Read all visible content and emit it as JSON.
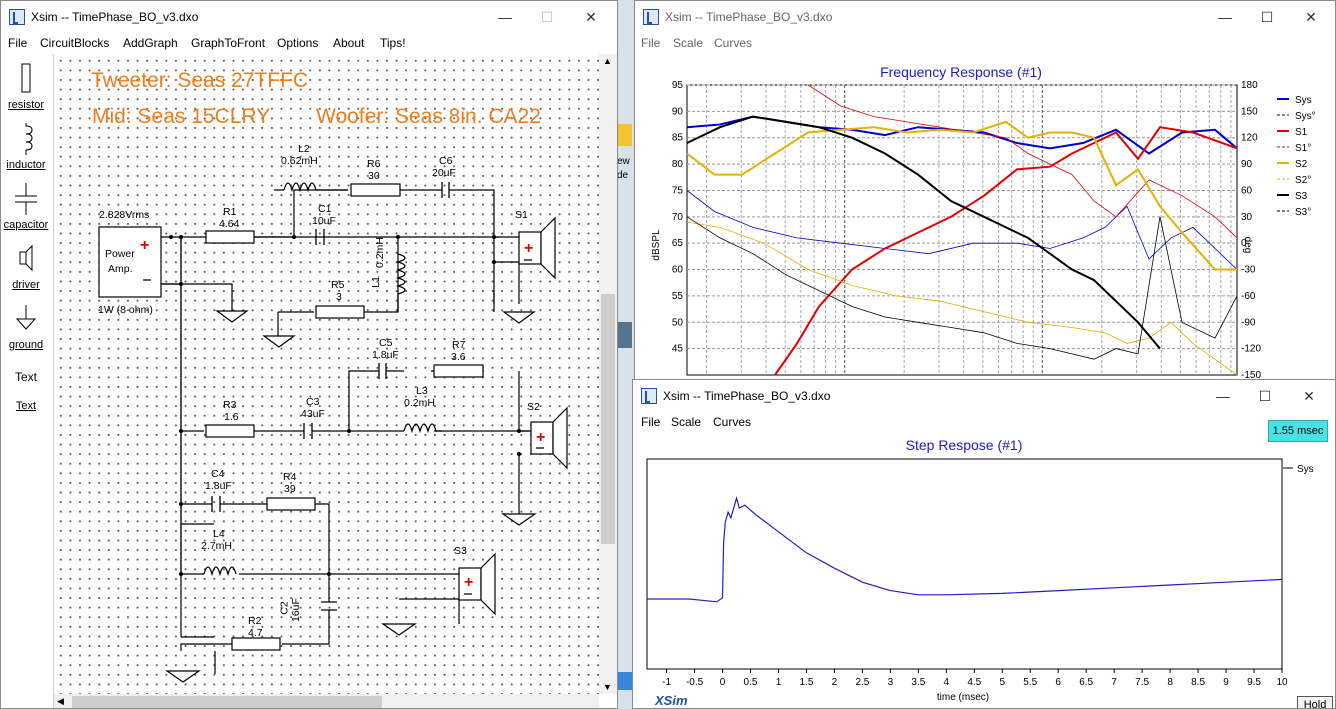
{
  "behind": {
    "frag1": "ew",
    "frag2": "de"
  },
  "circuit_window": {
    "title": "Xsim -- TimePhase_BO_v3.dxo",
    "menu": [
      "File",
      "CircuitBlocks",
      "AddGraph",
      "GraphToFront",
      "Options",
      "About",
      "Tips!"
    ],
    "palette": [
      {
        "label": "resistor",
        "icon": "resistor-icon"
      },
      {
        "label": "inductor",
        "icon": "inductor-icon"
      },
      {
        "label": "capacitor",
        "icon": "capacitor-icon"
      },
      {
        "label": "driver",
        "icon": "driver-icon"
      },
      {
        "label": "ground",
        "icon": "ground-icon"
      },
      {
        "label": "Text",
        "icon": "text-icon"
      },
      {
        "label": "Text",
        "icon": "text-icon"
      }
    ],
    "notes": {
      "line1": "Tweeter: Seas 27TFFC",
      "line2a": "Mid: Seas 15CLRY",
      "line2b": "Woofer: Seas 8in. CA22"
    },
    "amp": {
      "voltage": "2.828Vrms",
      "label1": "Power",
      "label2": "Amp.",
      "power": "1W (8 ohm)"
    },
    "components": {
      "R1": {
        "name": "R1",
        "value": "4.64"
      },
      "L2": {
        "name": "L2",
        "value": "0.62mH"
      },
      "R6": {
        "name": "R6",
        "value": "30"
      },
      "C6": {
        "name": "C6",
        "value": "20uF"
      },
      "C1": {
        "name": "C1",
        "value": "10uF"
      },
      "L1": {
        "name": "L1",
        "value": "0.2mH"
      },
      "R5": {
        "name": "R5",
        "value": "3"
      },
      "C5": {
        "name": "C5",
        "value": "1.8uF"
      },
      "R7": {
        "name": "R7",
        "value": "3.6"
      },
      "L3": {
        "name": "L3",
        "value": "0.2mH"
      },
      "R3": {
        "name": "R3",
        "value": "1.6"
      },
      "C3": {
        "name": "C3",
        "value": "43uF"
      },
      "C4": {
        "name": "C4",
        "value": "1.8uF"
      },
      "R4": {
        "name": "R4",
        "value": "39"
      },
      "L4": {
        "name": "L4",
        "value": "2.7mH"
      },
      "C2": {
        "name": "C2",
        "value": "16uF"
      },
      "R2": {
        "name": "R2",
        "value": "4.7"
      }
    },
    "speakers": {
      "s1": "S1",
      "s2": "S2",
      "s3": "S3"
    }
  },
  "freq_window": {
    "title": "Xsim -- TimePhase_BO_v3.dxo",
    "menu": [
      "File",
      "Scale",
      "Curves"
    ],
    "chart_title": "Frequency Response (#1)",
    "ylabel_left": "dBSPL",
    "ylabel_right": "deg",
    "legend": [
      "Sys",
      "Sys°",
      "S1",
      "S1°",
      "S2",
      "S2°",
      "S3",
      "S3°"
    ]
  },
  "step_window": {
    "title": "Xsim -- TimePhase_BO_v3.dxo",
    "menu": [
      "File",
      "Scale",
      "Curves"
    ],
    "chart_title": "Step Respose (#1)",
    "cursor_readout": "1.55 msec",
    "legend": "Sys",
    "xlabel": "time (msec)",
    "brand": "XSim",
    "hold_button": "Hold"
  },
  "chart_data": [
    {
      "type": "line",
      "title": "Frequency Response (#1)",
      "ylabel": "dBSPL",
      "y2label": "deg",
      "ylim": [
        40,
        95
      ],
      "y2lim": [
        -150,
        180
      ],
      "yticks": [
        95,
        90,
        85,
        80,
        75,
        70,
        65,
        60,
        55,
        50,
        45
      ],
      "y2ticks": [
        180,
        150,
        120,
        90,
        60,
        30,
        0,
        -30,
        -60,
        -90,
        -120,
        -150
      ],
      "x_scale": "log",
      "grid": true,
      "legend_position": "right",
      "series": [
        {
          "name": "Sys",
          "color": "#0000cc",
          "style": "solid",
          "width": 2,
          "x": [
            0,
            6,
            12,
            18,
            24,
            30,
            36,
            42,
            48,
            54,
            60,
            66,
            72,
            78,
            84,
            90,
            96,
            100
          ],
          "y": [
            87,
            87.5,
            89,
            88,
            87,
            86.5,
            85.5,
            87,
            86.5,
            86,
            84,
            83,
            84,
            86.5,
            82,
            86,
            86.5,
            83
          ]
        },
        {
          "name": "Sys°",
          "color": "#0000cc",
          "style": "thin",
          "x": [
            0,
            5,
            12,
            20,
            28,
            36,
            44,
            52,
            60,
            66,
            72,
            76,
            80,
            84,
            88,
            92,
            100
          ],
          "y": [
            75,
            71,
            68,
            66,
            65,
            64,
            63,
            65,
            65,
            64,
            66,
            68,
            72,
            62,
            66,
            68,
            60
          ]
        },
        {
          "name": "S1",
          "color": "#e00000",
          "style": "solid",
          "width": 2,
          "x": [
            16,
            20,
            24,
            30,
            36,
            42,
            48,
            54,
            60,
            66,
            70,
            74,
            78,
            82,
            86,
            92,
            100
          ],
          "y": [
            40,
            46,
            53,
            60,
            64,
            67,
            70,
            74,
            79,
            79.5,
            82,
            84,
            86,
            81,
            87,
            86,
            83
          ]
        },
        {
          "name": "S1°",
          "color": "#e00000",
          "style": "thin",
          "x": [
            22,
            28,
            34,
            40,
            46,
            52,
            58,
            62,
            66,
            70,
            74,
            78,
            84,
            90,
            96,
            100
          ],
          "y": [
            95,
            91,
            89,
            88,
            87,
            86,
            85,
            82,
            80,
            78,
            73,
            70,
            77,
            74,
            70,
            66
          ]
        },
        {
          "name": "S2",
          "color": "#e8b000",
          "style": "solid",
          "width": 2,
          "x": [
            0,
            5,
            10,
            16,
            22,
            28,
            34,
            40,
            46,
            52,
            58,
            62,
            66,
            70,
            74,
            78,
            82,
            86,
            90,
            96,
            100
          ],
          "y": [
            82,
            78,
            78,
            82,
            86,
            86.5,
            87,
            86,
            86.5,
            86,
            88,
            85,
            86,
            86,
            85,
            76,
            79,
            72,
            67,
            60,
            60
          ]
        },
        {
          "name": "S2°",
          "color": "#e8b000",
          "style": "thin",
          "x": [
            0,
            6,
            14,
            22,
            30,
            38,
            46,
            54,
            62,
            70,
            76,
            80,
            84,
            88,
            92,
            100
          ],
          "y": [
            69,
            68,
            65,
            60,
            57,
            55,
            54,
            52,
            50,
            49,
            48,
            46,
            47,
            50,
            46,
            40
          ]
        },
        {
          "name": "S3",
          "color": "#000000",
          "style": "solid",
          "width": 2,
          "x": [
            0,
            6,
            12,
            18,
            24,
            30,
            36,
            42,
            48,
            54,
            58,
            62,
            66,
            70,
            74,
            78,
            82,
            86
          ],
          "y": [
            84,
            87,
            89,
            88,
            87,
            85,
            82,
            78,
            73,
            70,
            68,
            66,
            63,
            60,
            58,
            54,
            50,
            45
          ]
        },
        {
          "name": "S3°",
          "color": "#000000",
          "style": "thin",
          "x": [
            0,
            6,
            12,
            18,
            24,
            30,
            36,
            42,
            48,
            54,
            60,
            66,
            70,
            74,
            78,
            82,
            86,
            90,
            96,
            100
          ],
          "y": [
            70,
            66,
            63,
            59,
            56,
            53,
            51,
            50,
            49,
            48,
            46,
            45,
            44,
            43,
            45,
            44,
            70,
            50,
            47,
            55
          ]
        }
      ]
    },
    {
      "type": "line",
      "title": "Step Respose (#1)",
      "xlabel": "time (msec)",
      "xlim": [
        -1.35,
        10
      ],
      "xticks": [
        -1,
        -0.5,
        0,
        0.5,
        1,
        1.5,
        2,
        2.5,
        3,
        3.5,
        4,
        4.5,
        5,
        5.5,
        6,
        6.5,
        7,
        7.5,
        8,
        8.5,
        9,
        9.5,
        10
      ],
      "ylim": [
        -0.5,
        1.0
      ],
      "grid": false,
      "series": [
        {
          "name": "Sys",
          "color": "#2020c0",
          "x": [
            -1.35,
            -0.6,
            -0.1,
            0.0,
            0.02,
            0.05,
            0.1,
            0.15,
            0.25,
            0.3,
            0.4,
            0.6,
            1.0,
            1.5,
            2.0,
            2.5,
            3.0,
            3.5,
            4.0,
            5.0,
            6.0,
            7.0,
            8.0,
            9.0,
            10.0
          ],
          "y": [
            0.0,
            0.0,
            -0.02,
            0.01,
            0.4,
            0.55,
            0.62,
            0.58,
            0.72,
            0.65,
            0.67,
            0.6,
            0.48,
            0.33,
            0.22,
            0.12,
            0.06,
            0.03,
            0.03,
            0.04,
            0.06,
            0.08,
            0.1,
            0.12,
            0.14
          ]
        }
      ]
    }
  ]
}
